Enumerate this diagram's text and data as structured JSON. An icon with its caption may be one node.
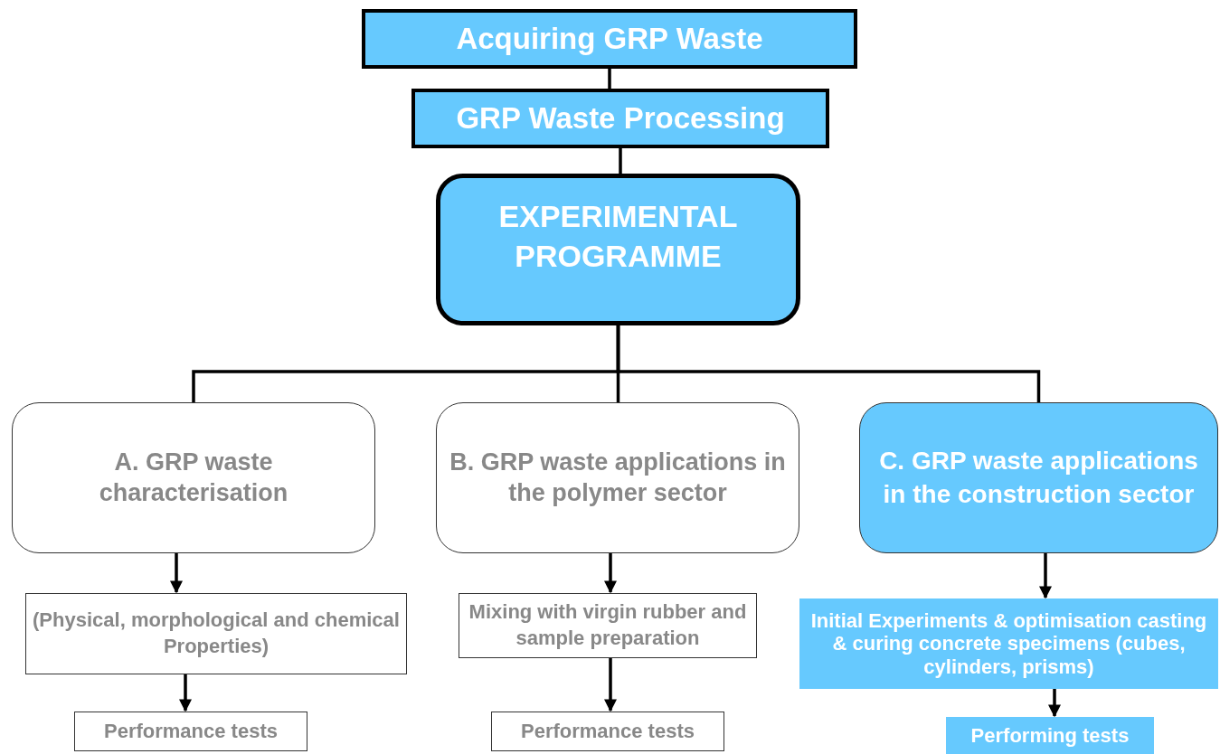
{
  "diagram": {
    "nodes": [
      {
        "text": [
          "Acquiring GRP Waste"
        ]
      },
      {
        "text": [
          "GRP Waste Processing"
        ]
      },
      {
        "text": [
          "EXPERIMENTAL PROGRAMME"
        ]
      },
      {
        "text": [
          "A. GRP waste characterisation"
        ]
      },
      {
        "text": [
          "B. GRP waste applications in the polymer sector"
        ]
      },
      {
        "text": [
          "C. GRP waste applications in the construction sector"
        ]
      },
      {
        "text": [
          "(Physical, morphological and chemical Properties)"
        ]
      },
      {
        "text": [
          "Performance tests"
        ]
      },
      {
        "text": [
          "Mixing with virgin rubber and sample preparation"
        ]
      },
      {
        "text": [
          "Performance tests"
        ]
      },
      {
        "text": [
          "Initial Experiments & optimisation casting & curing concrete specimens (cubes, cylinders, prisms)"
        ]
      },
      {
        "text": [
          "Performing tests"
        ]
      }
    ],
    "edges": [
      {
        "from": 0,
        "to": 1,
        "arrow": "none"
      },
      {
        "from": 1,
        "to": 2,
        "arrow": "none"
      },
      {
        "from": 2,
        "to": 3,
        "arrow": "none"
      },
      {
        "from": 2,
        "to": 4,
        "arrow": "none"
      },
      {
        "from": 2,
        "to": 5,
        "arrow": "none"
      },
      {
        "from": 3,
        "to": 6,
        "arrow": "to"
      },
      {
        "from": 6,
        "to": 7,
        "arrow": "to"
      },
      {
        "from": 4,
        "to": 8,
        "arrow": "to"
      },
      {
        "from": 8,
        "to": 9,
        "arrow": "to"
      },
      {
        "from": 5,
        "to": 10,
        "arrow": "to"
      },
      {
        "from": 10,
        "to": 11,
        "arrow": "to"
      }
    ]
  }
}
